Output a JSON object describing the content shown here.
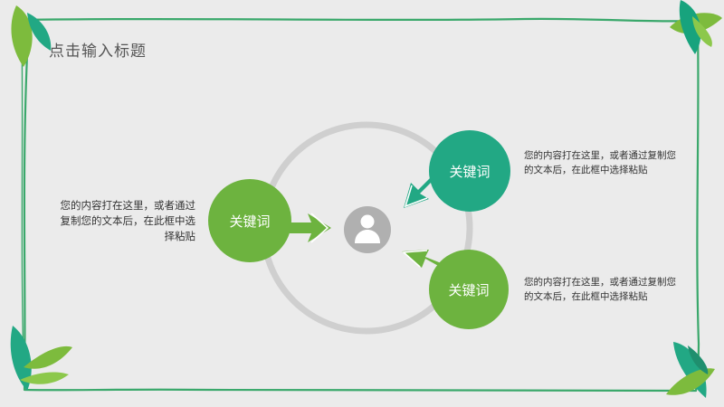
{
  "slide": {
    "title": "点击输入标题"
  },
  "center": {
    "icon": "user-icon"
  },
  "nodes": [
    {
      "id": "left",
      "label": "关键词",
      "text": "您的内容打在这里，或者通过复制您的文本后，在此框中选择粘贴",
      "color": "#6db33f"
    },
    {
      "id": "top-right",
      "label": "关键词",
      "text": "您的内容打在这里，或者通过复制您的文本后，在此框中选择粘贴",
      "color": "#22a884"
    },
    {
      "id": "bottom-right",
      "label": "关键词",
      "text": "您的内容打在这里，或者通过复制您的文本后，在此框中选择粘贴",
      "color": "#6db33f"
    }
  ],
  "colors": {
    "background": "#ebebeb",
    "green": "#6db33f",
    "teal": "#22a884",
    "ring": "#cfcfcf",
    "border": "#3aa86b"
  }
}
